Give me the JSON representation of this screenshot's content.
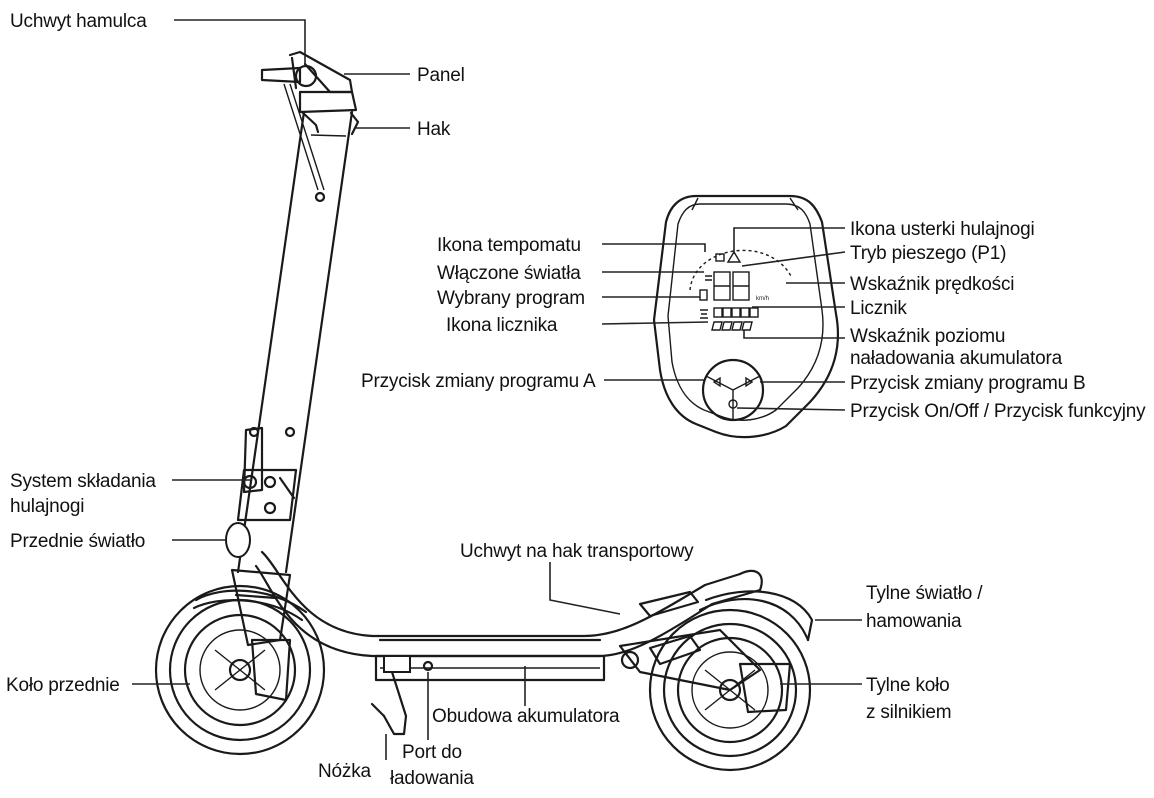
{
  "labels": {
    "uchwyt_hamulca": "Uchwyt hamulca",
    "panel": "Panel",
    "hak": "Hak",
    "ikona_usterki": "Ikona usterki hulajnogi",
    "tryb_pieszego": "Tryb pieszego (P1)",
    "wskaznik_predkosci": "Wskaźnik prędkości",
    "licznik": "Licznik",
    "wskaznik_poziomu_1": "Wskaźnik poziomu",
    "wskaznik_poziomu_2": "naładowania akumulatora",
    "przycisk_b": "Przycisk zmiany programu B",
    "przycisk_onoff": "Przycisk On/Off / Przycisk funkcyjny",
    "ikona_tempomatu": "Ikona tempomatu",
    "wlaczone_swiatla": "Włączone światła",
    "wybrany_program": "Wybrany program",
    "ikona_licznika": "Ikona licznika",
    "przycisk_a": "Przycisk zmiany programu A",
    "system_skladania_1": "System składania",
    "system_skladania_2": "hulajnogi",
    "przednie_swiatlo": "Przednie światło",
    "uchwyt_na_hak": "Uchwyt na hak transportowy",
    "tylne_swiatlo_1": "Tylne światło /",
    "tylne_swiatlo_2": "hamowania",
    "kolo_przednie": "Koło przednie",
    "tylne_kolo_1": "Tylne koło",
    "tylne_kolo_2": "z silnikiem",
    "obudowa": "Obudowa akumulatora",
    "nozka": "Nóżka",
    "port_1": "Port do",
    "port_2": "ładowania"
  },
  "display": {
    "speed_unit": "km/h"
  }
}
